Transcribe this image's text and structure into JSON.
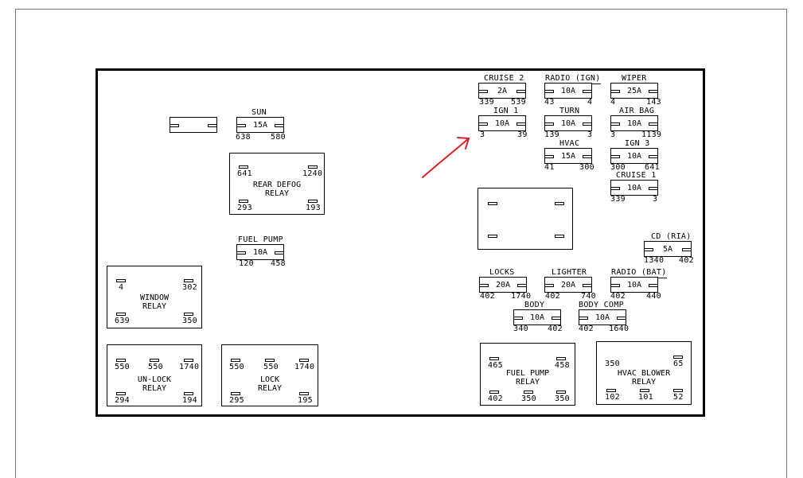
{
  "fuses": {
    "sun": {
      "label": "SUN",
      "amp": "15A",
      "left": "638",
      "right": "580"
    },
    "fuel_pump": {
      "label": "FUEL PUMP",
      "amp": "10A",
      "left": "120",
      "right": "458"
    },
    "cruise2": {
      "label": "CRUISE 2",
      "amp": "2A",
      "left": "339",
      "right": "539"
    },
    "radio_ign": {
      "label": "RADIO (IGN)",
      "amp": "10A",
      "left": "43",
      "right": "4"
    },
    "wiper": {
      "label": "WIPER",
      "amp": "25A",
      "left": "4",
      "right": "143"
    },
    "ign1": {
      "label": "IGN 1",
      "amp": "10A",
      "left": "3",
      "right": "39"
    },
    "turn": {
      "label": "TURN",
      "amp": "10A",
      "left": "139",
      "right": "3"
    },
    "air_bag": {
      "label": "AIR BAG",
      "amp": "10A",
      "left": "3",
      "right": "1139"
    },
    "hvac": {
      "label": "HVAC",
      "amp": "15A",
      "left": "41",
      "right": "300"
    },
    "ign3": {
      "label": "IGN 3",
      "amp": "10A",
      "left": "300",
      "right": "641"
    },
    "cruise1": {
      "label": "CRUISE 1",
      "amp": "10A",
      "left": "339",
      "right": "3"
    },
    "cd_ria": {
      "label": "CD (RIA)",
      "amp": "5A",
      "left": "1340",
      "right": "402"
    },
    "locks": {
      "label": "LOCKS",
      "amp": "20A",
      "left": "402",
      "right": "1740"
    },
    "lighter": {
      "label": "LIGHTER",
      "amp": "20A",
      "left": "402",
      "right": "740"
    },
    "radio_bat": {
      "label": "RADIO (BAT)",
      "amp": "10A",
      "left": "402",
      "right": "440"
    },
    "body": {
      "label": "BODY",
      "amp": "10A",
      "left": "340",
      "right": "402"
    },
    "body_comp": {
      "label": "BODY COMP",
      "amp": "10A",
      "left": "402",
      "right": "1640"
    }
  },
  "relays": {
    "rear_defog": {
      "name1": "REAR DEFOG",
      "name2": "RELAY",
      "p1": "641",
      "p2": "1240",
      "p3": "293",
      "p4": "193"
    },
    "window": {
      "name1": "WINDOW",
      "name2": "RELAY",
      "p1": "4",
      "p2": "302",
      "p3": "639",
      "p4": "350"
    },
    "unlock": {
      "name1": "UN-LOCK",
      "name2": "RELAY",
      "p1": "550",
      "p2": "550",
      "p3": "1740",
      "p4": "294",
      "p5": "194"
    },
    "lock": {
      "name1": "LOCK",
      "name2": "RELAY",
      "p1": "550",
      "p2": "550",
      "p3": "1740",
      "p4": "295",
      "p5": "195"
    },
    "fuel_pump": {
      "name1": "FUEL PUMP",
      "name2": "RELAY",
      "p1": "465",
      "p2": "458",
      "p3": "402",
      "p4": "350",
      "p5": "350"
    },
    "hvac_blower": {
      "name1": "HVAC BLOWER",
      "name2": "RELAY",
      "p1": "350",
      "p2": "65",
      "p3": "102",
      "p4": "101",
      "p5": "52"
    }
  },
  "colors": {
    "arrow": "#d4202a"
  }
}
